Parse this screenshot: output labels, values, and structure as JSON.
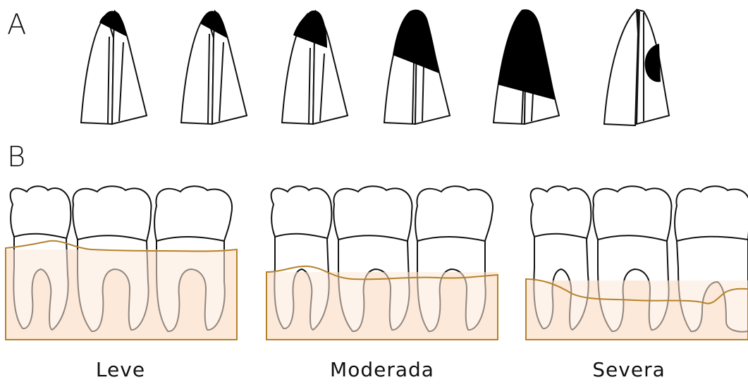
{
  "panels": {
    "a": {
      "letter": "A"
    },
    "b": {
      "letter": "B"
    }
  },
  "captions": {
    "leve": "Leve",
    "moderada": "Moderada",
    "severa": "Severa"
  },
  "colors": {
    "outline": "#111111",
    "bone_fill": "#fde9d9",
    "bone_line": "#b5822a",
    "wear": "#000000"
  }
}
